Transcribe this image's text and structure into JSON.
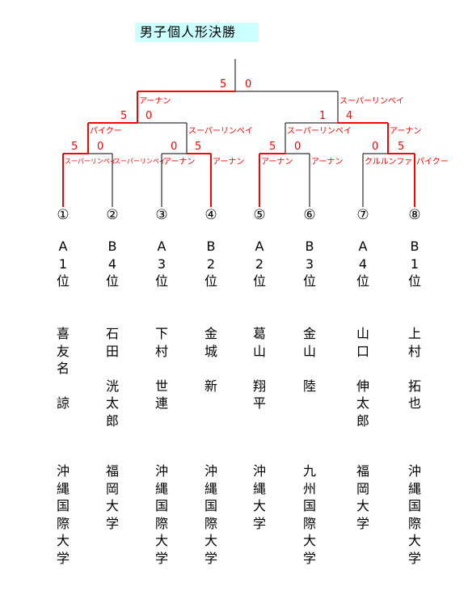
{
  "title": "男子個人形決勝",
  "final": {
    "left_score": "5",
    "right_score": "0",
    "left_tech": "アーナン",
    "right_tech": "スーパーリンペイ"
  },
  "semis": [
    {
      "left_score": "5",
      "right_score": "0",
      "left_tech": "パイクー",
      "right_tech": "スーパーリンペイ"
    },
    {
      "left_score": "1",
      "right_score": "4",
      "left_tech": "スーパーリンペイ",
      "right_tech": "アーナン"
    }
  ],
  "quarters": [
    {
      "left_score": "5",
      "right_score": "0",
      "left_tech": "スーパーリンペイ",
      "right_tech": "スーパーリンペイ"
    },
    {
      "left_score": "0",
      "right_score": "5",
      "left_tech": "アーナン",
      "right_tech": "アーナン"
    },
    {
      "left_score": "5",
      "right_score": "0",
      "left_tech": "アーナン",
      "right_tech": "アーナン"
    },
    {
      "left_score": "0",
      "right_score": "5",
      "left_tech": "クルルンファ",
      "right_tech": "パイクー"
    }
  ],
  "players": [
    {
      "num": "①",
      "rank": [
        "A",
        "1",
        "位"
      ],
      "name": [
        "喜",
        "友",
        "名",
        "",
        "諒"
      ],
      "school": [
        "沖",
        "縄",
        "国",
        "際",
        "大",
        "学"
      ]
    },
    {
      "num": "②",
      "rank": [
        "B",
        "4",
        "位"
      ],
      "name": [
        "石",
        "田",
        "",
        "洸",
        "太",
        "郎"
      ],
      "school": [
        "福",
        "岡",
        "大",
        "学"
      ]
    },
    {
      "num": "③",
      "rank": [
        "A",
        "3",
        "位"
      ],
      "name": [
        "下",
        "村",
        "",
        "世",
        "連"
      ],
      "school": [
        "沖",
        "縄",
        "国",
        "際",
        "大",
        "学"
      ]
    },
    {
      "num": "④",
      "rank": [
        "B",
        "2",
        "位"
      ],
      "name": [
        "金",
        "城",
        "",
        "新"
      ],
      "school": [
        "沖",
        "縄",
        "国",
        "際",
        "大",
        "学"
      ]
    },
    {
      "num": "⑤",
      "rank": [
        "A",
        "2",
        "位"
      ],
      "name": [
        "葛",
        "山",
        "",
        "翔",
        "平"
      ],
      "school": [
        "沖",
        "縄",
        "大",
        "学"
      ]
    },
    {
      "num": "⑥",
      "rank": [
        "B",
        "3",
        "位"
      ],
      "name": [
        "金",
        "山",
        "",
        "陸"
      ],
      "school": [
        "九",
        "州",
        "国",
        "際",
        "大",
        "学"
      ]
    },
    {
      "num": "⑦",
      "rank": [
        "A",
        "4",
        "位"
      ],
      "name": [
        "山",
        "口",
        "",
        "伸",
        "太",
        "郎"
      ],
      "school": [
        "福",
        "岡",
        "大",
        "学"
      ]
    },
    {
      "num": "⑧",
      "rank": [
        "B",
        "1",
        "位"
      ],
      "name": [
        "上",
        "村",
        "",
        "拓",
        "也"
      ],
      "school": [
        "沖",
        "縄",
        "国",
        "際",
        "大",
        "学"
      ]
    }
  ]
}
